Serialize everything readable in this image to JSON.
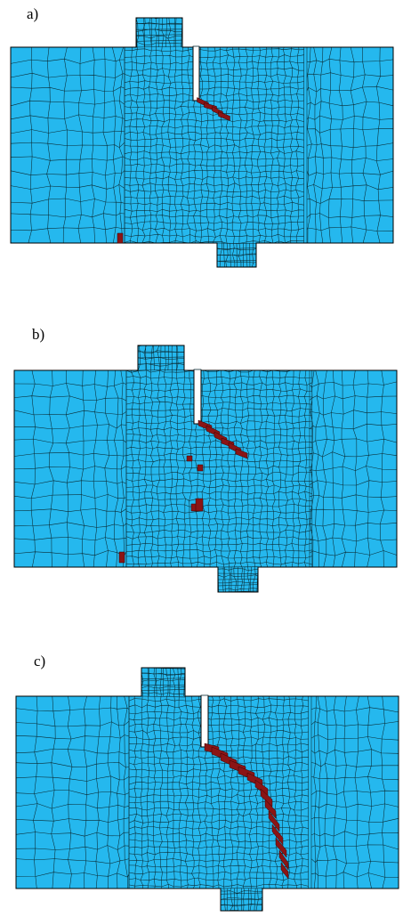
{
  "panels": [
    {
      "label": "a)"
    },
    {
      "label": "b)"
    },
    {
      "label": "c)"
    }
  ],
  "colors": {
    "specimen_fill": "#25b8ee",
    "mesh_line": "#0a2a33",
    "crack_fill": "#8b1515",
    "notch_fill": "#ffffff"
  }
}
